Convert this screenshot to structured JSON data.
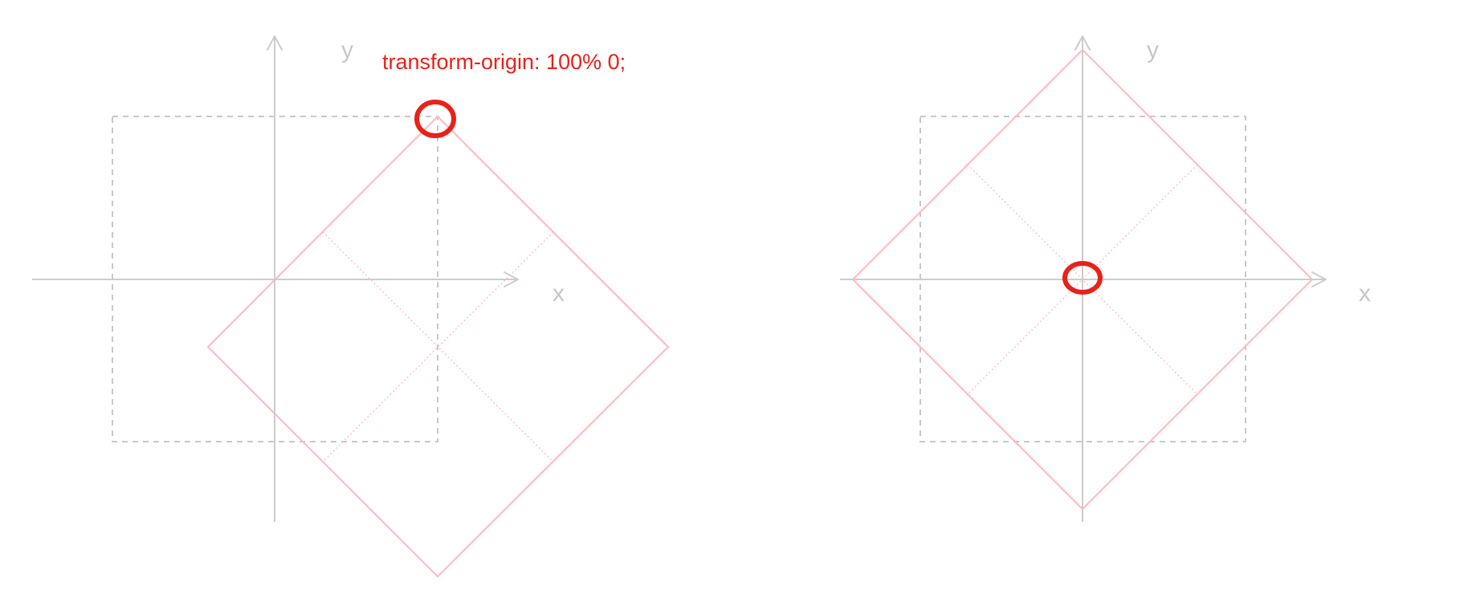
{
  "left_panel": {
    "caption": "transform-origin: 100% 0;",
    "x_axis_label": "x",
    "y_axis_label": "y"
  },
  "right_panel": {
    "x_axis_label": "x",
    "y_axis_label": "y"
  },
  "colors": {
    "axis": "#cccccc",
    "original_box": "#c8c8c8",
    "rotated_square": "#ffbcc6",
    "origin_marker": "#e8211a",
    "caption": "#e8211a"
  }
}
